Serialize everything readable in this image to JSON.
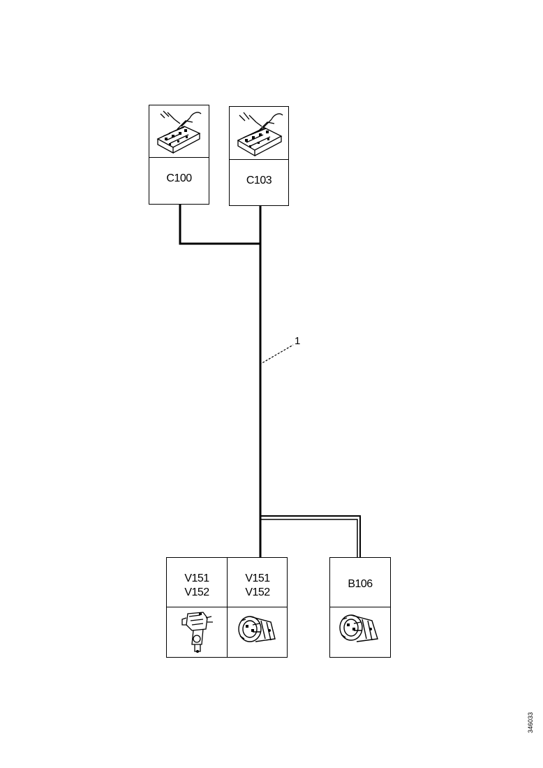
{
  "components": {
    "c100": {
      "label": "C100",
      "icon": "connector-block-icon"
    },
    "c103": {
      "label": "C103",
      "icon": "connector-block-icon"
    },
    "v151_a": {
      "label": "V151\nV152",
      "icon": "wiper-motor-icon"
    },
    "v151_b": {
      "label": "V151\nV152",
      "icon": "motor-housing-icon"
    },
    "b106": {
      "label": "B106",
      "icon": "motor-housing-icon"
    }
  },
  "wire": {
    "label": "1"
  },
  "document": {
    "id": "346033"
  },
  "colors": {
    "line": "#000000",
    "background": "#ffffff"
  }
}
